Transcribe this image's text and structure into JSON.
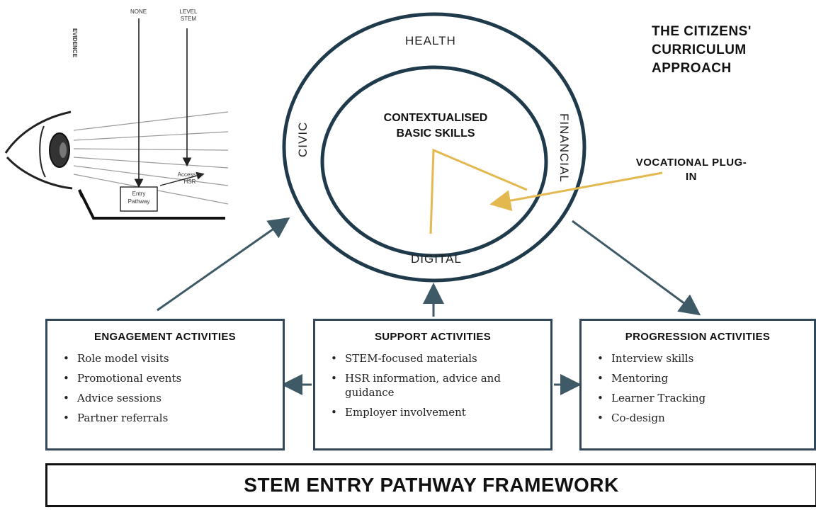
{
  "eye_figure": {
    "side_label": "EVIDENCE",
    "top_left_label": "NONE",
    "top_right_label": "LEVEL STEM",
    "box_label": "Entry Pathway",
    "arrow_label": "Access to HSR"
  },
  "wheel": {
    "outer_top": "HEALTH",
    "outer_left": "CIVIC",
    "outer_right": "FINANCIAL",
    "outer_bottom": "DIGITAL",
    "core": "CONTEXTUALISED BASIC SKILLS"
  },
  "approach_title": "THE CITIZENS' CURRICULUM APPROACH",
  "plug_in": "VOCATIONAL PLUG-IN",
  "boxes": {
    "engagement": {
      "title": "ENGAGEMENT ACTIVITIES",
      "items": [
        "Role model visits",
        "Promotional events",
        "Advice sessions",
        "Partner referrals"
      ]
    },
    "support": {
      "title": "SUPPORT ACTIVITIES",
      "items": [
        "STEM-focused materials",
        "HSR information, advice and guidance",
        "Employer involvement"
      ]
    },
    "progression": {
      "title": "PROGRESSION ACTIVITIES",
      "items": [
        "Interview skills",
        "Mentoring",
        "Learner Tracking",
        "Co-design"
      ]
    }
  },
  "footer": "STEM ENTRY PATHWAY FRAMEWORK",
  "colors": {
    "ring": "#1f3a4a",
    "box_border": "#33475b",
    "arrow": "#3e5a66",
    "accent": "#e2b84f"
  }
}
